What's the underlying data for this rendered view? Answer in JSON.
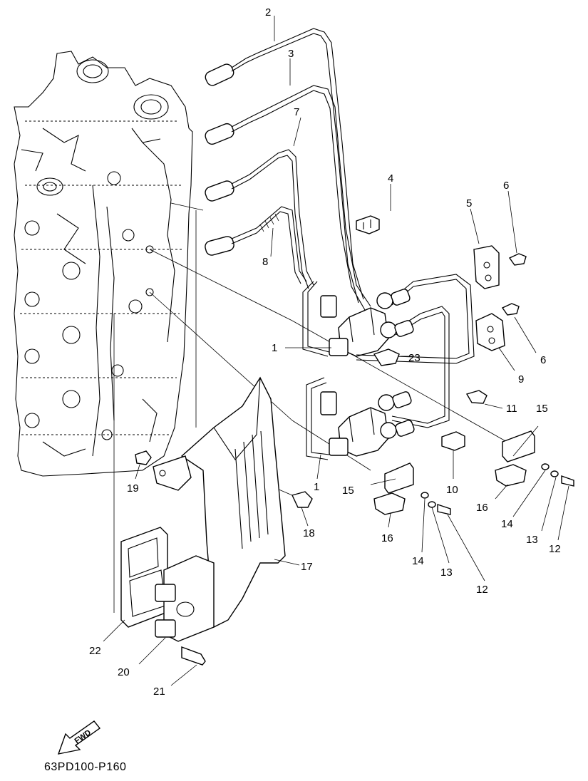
{
  "diagram_code": "63PD100-P160",
  "fwd_label": "FWD",
  "callouts": [
    {
      "id": "c1a",
      "text": "1"
    },
    {
      "id": "c1b",
      "text": "1"
    },
    {
      "id": "c2",
      "text": "2"
    },
    {
      "id": "c3",
      "text": "3"
    },
    {
      "id": "c4",
      "text": "4"
    },
    {
      "id": "c5",
      "text": "5"
    },
    {
      "id": "c6a",
      "text": "6"
    },
    {
      "id": "c6b",
      "text": "6"
    },
    {
      "id": "c7",
      "text": "7"
    },
    {
      "id": "c8",
      "text": "8"
    },
    {
      "id": "c9",
      "text": "9"
    },
    {
      "id": "c10",
      "text": "10"
    },
    {
      "id": "c11",
      "text": "11"
    },
    {
      "id": "c12a",
      "text": "12"
    },
    {
      "id": "c12b",
      "text": "12"
    },
    {
      "id": "c13a",
      "text": "13"
    },
    {
      "id": "c13b",
      "text": "13"
    },
    {
      "id": "c14a",
      "text": "14"
    },
    {
      "id": "c14b",
      "text": "14"
    },
    {
      "id": "c15a",
      "text": "15"
    },
    {
      "id": "c15b",
      "text": "15"
    },
    {
      "id": "c16a",
      "text": "16"
    },
    {
      "id": "c16b",
      "text": "16"
    },
    {
      "id": "c17",
      "text": "17"
    },
    {
      "id": "c18",
      "text": "18"
    },
    {
      "id": "c19",
      "text": "19"
    },
    {
      "id": "c20",
      "text": "20"
    },
    {
      "id": "c21",
      "text": "21"
    },
    {
      "id": "c22",
      "text": "22"
    },
    {
      "id": "c23",
      "text": "23"
    }
  ]
}
